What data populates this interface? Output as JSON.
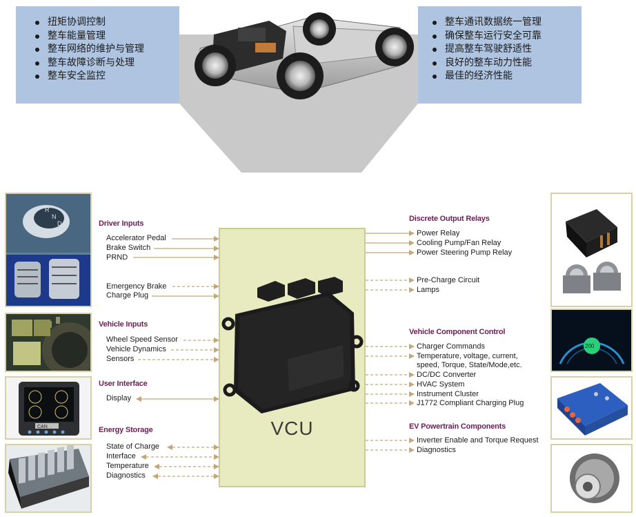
{
  "top": {
    "left_features": [
      "扭矩协调控制",
      "整车能量管理",
      "整车网络的维护与管理",
      "整车故障诊断与处理",
      "整车安全监控"
    ],
    "right_features": [
      "整车通讯数据统一管理",
      "确保整车运行安全可靠",
      "提高整车驾驶舒适性",
      "良好的整车动力性能",
      "最佳的经济性能"
    ]
  },
  "vcu": {
    "label": "VCU"
  },
  "inputs": {
    "driver": {
      "title": "Driver Inputs",
      "items": [
        "Accelerator Pedal",
        "Brake Switch",
        "PRND",
        "Emergency Brake",
        "Charge Plug"
      ]
    },
    "vehicle": {
      "title": "Vehicle Inputs",
      "items": [
        "Wheel Speed Sensor",
        "Vehicle Dynamics",
        "Sensors"
      ]
    },
    "user": {
      "title": "User Interface",
      "items": [
        "Display"
      ]
    },
    "energy": {
      "title": "Energy Storage",
      "items": [
        "State of Charge",
        "Interface",
        "Temperature",
        "Diagnostics"
      ]
    }
  },
  "outputs": {
    "relays": {
      "title": "Discrete Output Relays",
      "items": [
        "Power Relay",
        "Cooling Pump/Fan Relay",
        "Power Steering Pump Relay",
        "Pre-Charge Circuit",
        "Lamps"
      ]
    },
    "component": {
      "title": "Vehicle Component Control",
      "items": [
        "Charger Commands",
        "Temperature, voltage, current,",
        "speed, Torque, State/Mode,etc.",
        "DC/DC Converter",
        "HVAC System",
        "Instrument Cluster",
        "J1772 Compliant Charging Plug"
      ]
    },
    "powertrain": {
      "title": "EV Powertrain Components",
      "items": [
        "Inverter Enable and Torque Request",
        "Diagnostics"
      ]
    }
  },
  "gauge_display": {
    "readout": "200",
    "brand": "CAN"
  },
  "shifter_letters": [
    "R",
    "N",
    "D"
  ],
  "colors": {
    "feature_box": "#aec4e0",
    "vcu_fill": "#e8ebbf",
    "category_text": "#6b1f55",
    "arrow": "#c4a678"
  }
}
